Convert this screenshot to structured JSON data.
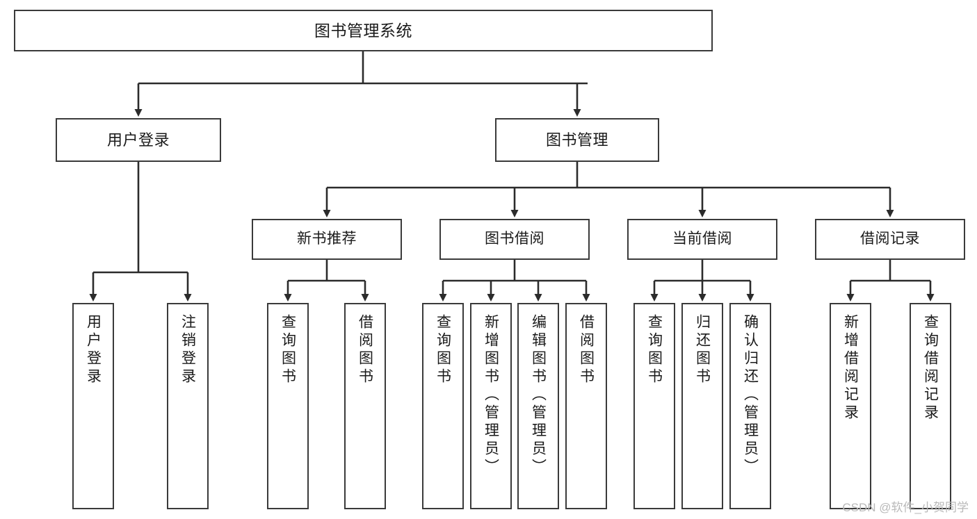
{
  "diagram": {
    "type": "tree",
    "title": "图书管理系统",
    "watermark": "CSDN @软件_小贺同学",
    "colors": {
      "box_border": "#3a3a3a",
      "box_fill": "#ffffff",
      "connector": "#2b2b2b",
      "text": "#1a1a1a",
      "watermark": "#b9b9b9"
    },
    "root": {
      "label": "图书管理系统"
    },
    "level2": [
      {
        "label": "用户登录"
      },
      {
        "label": "图书管理"
      }
    ],
    "level3": [
      {
        "label": "新书推荐"
      },
      {
        "label": "图书借阅"
      },
      {
        "label": "当前借阅"
      },
      {
        "label": "借阅记录"
      }
    ],
    "leaves": {
      "user_login": [
        {
          "label": "用户登录"
        },
        {
          "label": "注销登录"
        }
      ],
      "new_book_recommend": [
        {
          "label": "查询图书"
        },
        {
          "label": "借阅图书"
        }
      ],
      "book_borrow": [
        {
          "label": "查询图书"
        },
        {
          "label": "新增图书（管理员）"
        },
        {
          "label": "编辑图书（管理员）"
        },
        {
          "label": "借阅图书"
        }
      ],
      "current_borrow": [
        {
          "label": "查询图书"
        },
        {
          "label": "归还图书"
        },
        {
          "label": "确认归还（管理员）"
        }
      ],
      "borrow_record": [
        {
          "label": "新增借阅记录"
        },
        {
          "label": "查询借阅记录"
        }
      ]
    }
  }
}
